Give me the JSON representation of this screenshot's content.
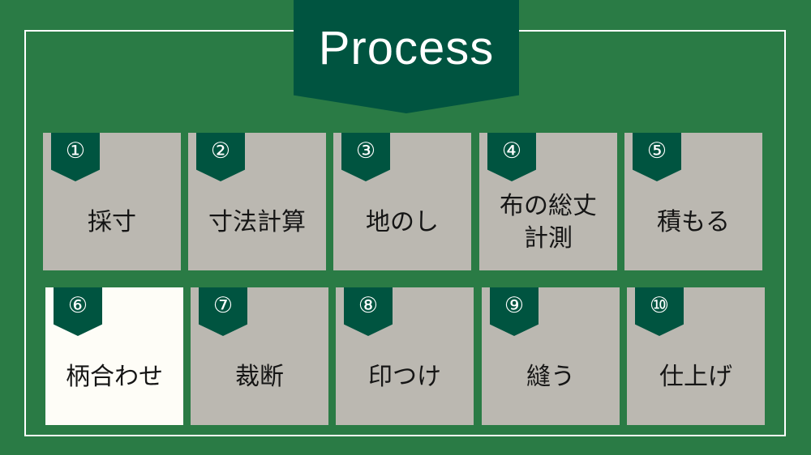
{
  "title": "Process",
  "colors": {
    "background": "#2a7b45",
    "banner": "#005440",
    "card": "#bbb8b1",
    "card_highlight": "#fefdf7",
    "frame": "#ffffff"
  },
  "steps": [
    {
      "number": "①",
      "label": [
        "採寸"
      ],
      "highlighted": false
    },
    {
      "number": "②",
      "label": [
        "寸法計算"
      ],
      "highlighted": false
    },
    {
      "number": "③",
      "label": [
        "地のし"
      ],
      "highlighted": false
    },
    {
      "number": "④",
      "label": [
        "布の総丈",
        "計測"
      ],
      "highlighted": false
    },
    {
      "number": "⑤",
      "label": [
        "積もる"
      ],
      "highlighted": false
    },
    {
      "number": "⑥",
      "label": [
        "柄合わせ"
      ],
      "highlighted": true
    },
    {
      "number": "⑦",
      "label": [
        "裁断"
      ],
      "highlighted": false
    },
    {
      "number": "⑧",
      "label": [
        "印つけ"
      ],
      "highlighted": false
    },
    {
      "number": "⑨",
      "label": [
        "縫う"
      ],
      "highlighted": false
    },
    {
      "number": "⑩",
      "label": [
        "仕上げ"
      ],
      "highlighted": false
    }
  ]
}
